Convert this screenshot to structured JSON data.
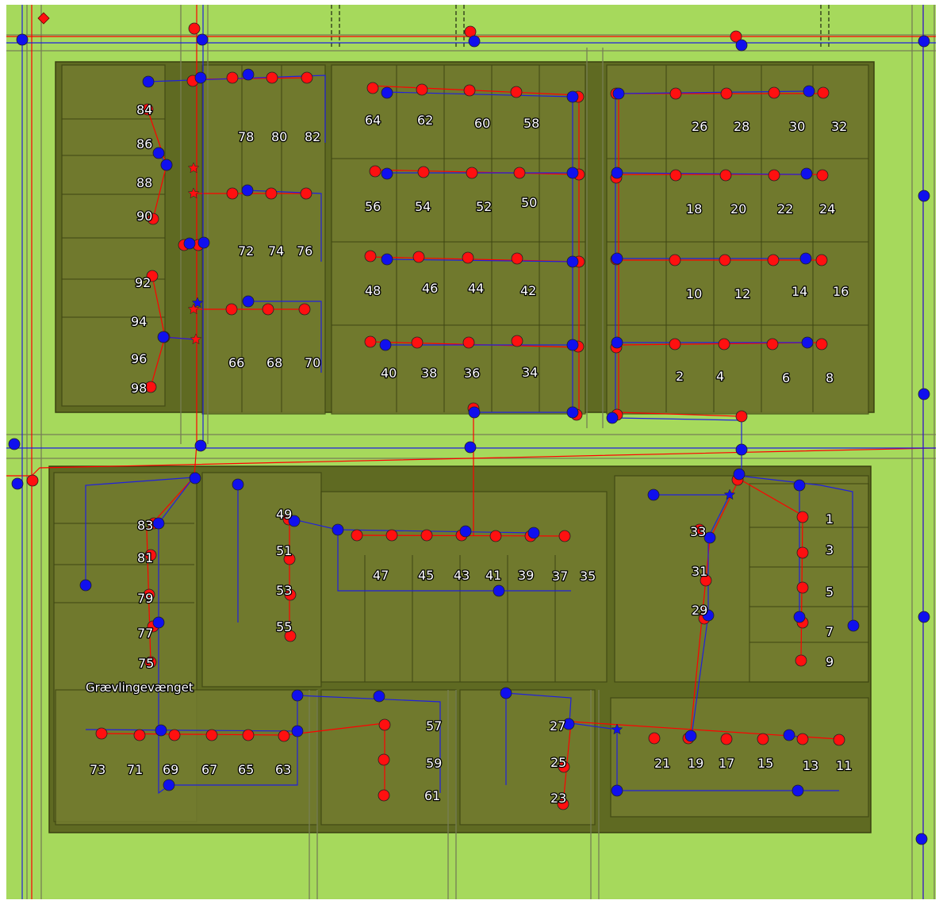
{
  "colors": {
    "grass": "#a6d95c",
    "block_fill": "#5f6a22",
    "lot_fill": "#737c2f",
    "road_outline": "#767e55",
    "red_line": "#ff0000",
    "blue_line": "#2020dd",
    "red_node": "#ff1010",
    "blue_node": "#1010ee",
    "node_outline": "#222222"
  },
  "street_name": "Grævlingevænget",
  "house_numbers": [
    "84",
    "86",
    "88",
    "90",
    "92",
    "94",
    "96",
    "98",
    "78",
    "80",
    "82",
    "72",
    "74",
    "76",
    "66",
    "68",
    "70",
    "64",
    "62",
    "60",
    "58",
    "56",
    "54",
    "52",
    "50",
    "48",
    "46",
    "44",
    "42",
    "40",
    "38",
    "36",
    "34",
    "26",
    "28",
    "30",
    "32",
    "18",
    "20",
    "22",
    "24",
    "10",
    "12",
    "14",
    "16",
    "2",
    "4",
    "6",
    "8",
    "83",
    "81",
    "79",
    "77",
    "75",
    "49",
    "51",
    "53",
    "55",
    "47",
    "45",
    "43",
    "41",
    "39",
    "37",
    "35",
    "33",
    "31",
    "29",
    "1",
    "3",
    "5",
    "7",
    "9",
    "73",
    "71",
    "69",
    "67",
    "65",
    "63",
    "57",
    "59",
    "61",
    "27",
    "25",
    "23",
    "21",
    "19",
    "17",
    "15",
    "13",
    "11"
  ]
}
